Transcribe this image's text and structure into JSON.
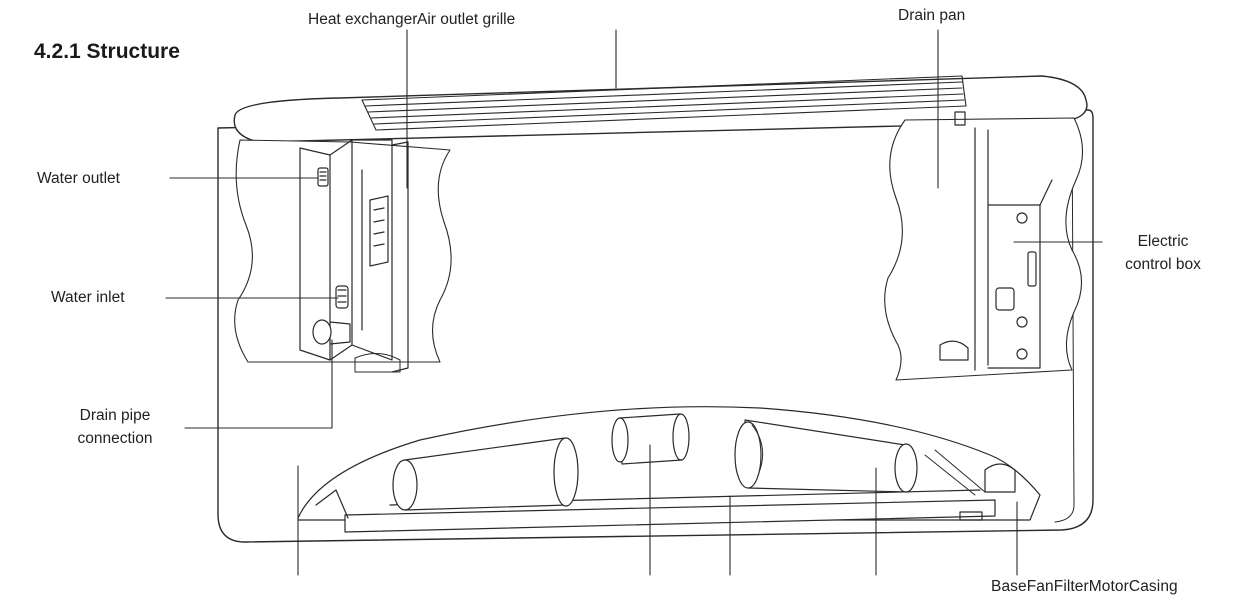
{
  "section": {
    "title": "4.2.1 Structure"
  },
  "labels": {
    "heat_exchanger": "Heat exchanger",
    "air_outlet_grille": "Air outlet grille",
    "drain_pan": "Drain pan",
    "water_outlet": "Water outlet",
    "water_inlet": "Water inlet",
    "drain_pipe_line1": "Drain pipe",
    "drain_pipe_line2": "connection",
    "electric_line1": "Electric",
    "electric_line2": "control box",
    "base": "Base",
    "fan": "Fan",
    "filter": "Filter",
    "motor": "Motor",
    "casing": "Casing"
  },
  "colors": {
    "line": "#2a2a2a",
    "fill": "#ffffff"
  }
}
